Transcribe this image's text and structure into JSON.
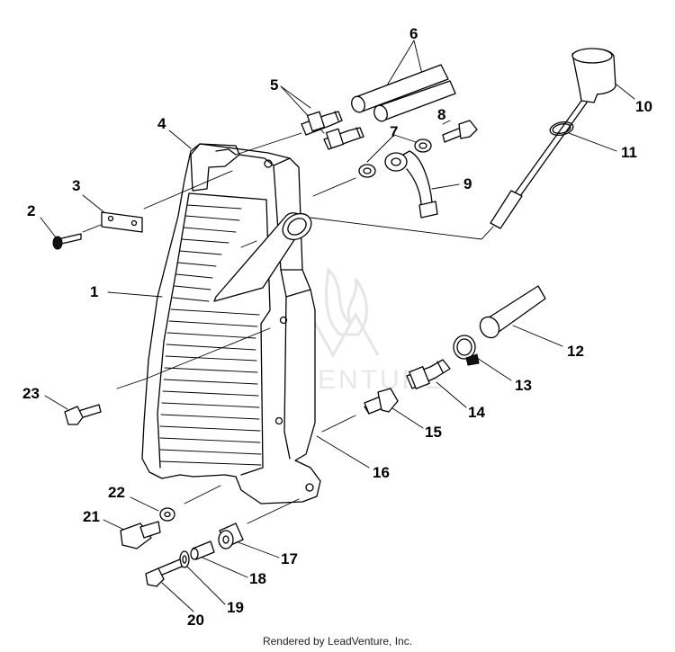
{
  "footer": {
    "text": "Rendered by LeadVenture, Inc."
  },
  "watermark": {
    "text": "VENTURE"
  },
  "callouts": [
    {
      "id": 1,
      "label": "1"
    },
    {
      "id": 2,
      "label": "2"
    },
    {
      "id": 3,
      "label": "3"
    },
    {
      "id": 4,
      "label": "4"
    },
    {
      "id": 5,
      "label": "5"
    },
    {
      "id": 6,
      "label": "6"
    },
    {
      "id": 7,
      "label": "7"
    },
    {
      "id": 8,
      "label": "8"
    },
    {
      "id": 9,
      "label": "9"
    },
    {
      "id": 10,
      "label": "10"
    },
    {
      "id": 11,
      "label": "11"
    },
    {
      "id": 12,
      "label": "12"
    },
    {
      "id": 13,
      "label": "13"
    },
    {
      "id": 14,
      "label": "14"
    },
    {
      "id": 15,
      "label": "15"
    },
    {
      "id": 16,
      "label": "16"
    },
    {
      "id": 17,
      "label": "17"
    },
    {
      "id": 18,
      "label": "18"
    },
    {
      "id": 19,
      "label": "19"
    },
    {
      "id": 20,
      "label": "20"
    },
    {
      "id": 21,
      "label": "21"
    },
    {
      "id": 22,
      "label": "22"
    },
    {
      "id": 23,
      "label": "23"
    }
  ]
}
